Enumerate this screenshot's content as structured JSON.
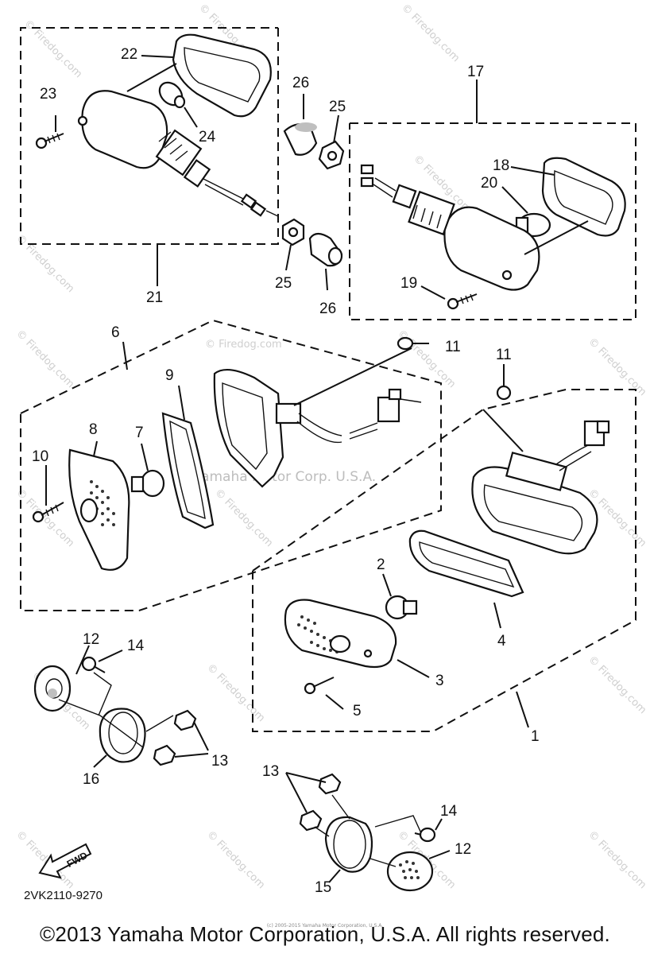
{
  "diagram": {
    "part_numbers": {
      "p1": "1",
      "p2": "2",
      "p3": "3",
      "p4": "4",
      "p5": "5",
      "p6": "6",
      "p7": "7",
      "p8": "8",
      "p9": "9",
      "p10": "10",
      "p11a": "11",
      "p11b": "11",
      "p12a": "12",
      "p12b": "12",
      "p13a": "13",
      "p13b": "13",
      "p14a": "14",
      "p14b": "14",
      "p15": "15",
      "p16": "16",
      "p17": "17",
      "p18": "18",
      "p19": "19",
      "p20": "20",
      "p21": "21",
      "p22": "22",
      "p23": "23",
      "p24": "24",
      "p25a": "25",
      "p25b": "25",
      "p26a": "26",
      "p26b": "26"
    },
    "fwd_label": "FWD",
    "diagram_code": "2VK2110-9270",
    "watermark_text": "© Firedog.com",
    "watermark_center": "Yamaha Motor Corp. U.S.A."
  },
  "footer": {
    "copyright": "©2013 Yamaha Motor Corporation, U.S.A. All rights reserved.",
    "small_credit": "(c) 2005-2015 Yamaha Motor Corporation, U.S.A."
  },
  "colors": {
    "ink": "#111111",
    "watermark": "#cfcfcf",
    "background": "#ffffff"
  }
}
